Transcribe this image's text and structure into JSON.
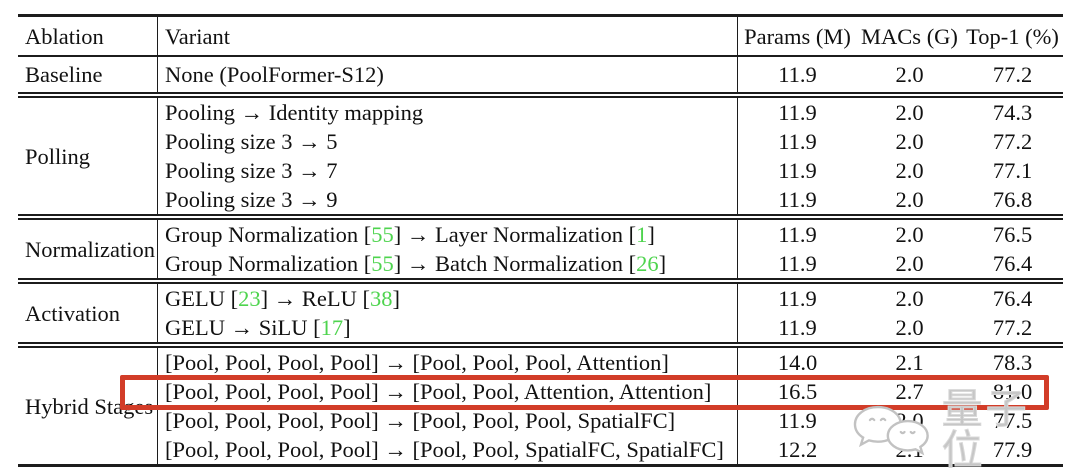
{
  "table": {
    "colors": {
      "citation_green": "#4ed44e",
      "highlight_red": "#d23c28",
      "watermark_gray": "#c6c6c6",
      "rule_black": "#1c1c1c"
    },
    "header": {
      "ablation": "Ablation",
      "variant": "Variant",
      "params": "Params (M)",
      "macs": "MACs (G)",
      "top1": "Top-1 (%)"
    },
    "sections": [
      {
        "label": "Baseline",
        "rows": [
          {
            "segs": [
              "None (PoolFormer-S12)"
            ],
            "params": "11.9",
            "macs": "2.0",
            "top1": "77.2"
          }
        ]
      },
      {
        "label": "Polling",
        "rows": [
          {
            "segs": [
              "Pooling → Identity mapping"
            ],
            "params": "11.9",
            "macs": "2.0",
            "top1": "74.3"
          },
          {
            "segs": [
              "Pooling size 3 → 5"
            ],
            "params": "11.9",
            "macs": "2.0",
            "top1": "77.2"
          },
          {
            "segs": [
              "Pooling size 3 → 7"
            ],
            "params": "11.9",
            "macs": "2.0",
            "top1": "77.1"
          },
          {
            "segs": [
              "Pooling size 3 → 9"
            ],
            "params": "11.9",
            "macs": "2.0",
            "top1": "76.8"
          }
        ]
      },
      {
        "label": "Normalization",
        "rows": [
          {
            "segs": [
              "Group Normalization [",
              "55",
              "] → Layer Normalization [",
              "1",
              "]"
            ],
            "params": "11.9",
            "macs": "2.0",
            "top1": "76.5"
          },
          {
            "segs": [
              "Group Normalization [",
              "55",
              "] → Batch Normalization [",
              "26",
              "]"
            ],
            "params": "11.9",
            "macs": "2.0",
            "top1": "76.4"
          }
        ]
      },
      {
        "label": "Activation",
        "rows": [
          {
            "segs": [
              "GELU [",
              "23",
              "] → ReLU [",
              "38",
              "]"
            ],
            "params": "11.9",
            "macs": "2.0",
            "top1": "76.4"
          },
          {
            "segs": [
              "GELU → SiLU [",
              "17",
              "]"
            ],
            "params": "11.9",
            "macs": "2.0",
            "top1": "77.2"
          }
        ]
      },
      {
        "label": "Hybrid Stages",
        "rows": [
          {
            "segs": [
              "[Pool, Pool, Pool, Pool] → [Pool, Pool, Pool, Attention]"
            ],
            "params": "14.0",
            "macs": "2.1",
            "top1": "78.3"
          },
          {
            "segs": [
              "[Pool, Pool, Pool, Pool] → [Pool, Pool, Attention, Attention]"
            ],
            "params": "16.5",
            "macs": "2.7",
            "top1": "81.0",
            "highlighted": "true"
          },
          {
            "segs": [
              "[Pool, Pool, Pool, Pool] → [Pool, Pool, Pool, SpatialFC]"
            ],
            "params": "11.9",
            "macs": "2.0",
            "top1": "77.5"
          },
          {
            "segs": [
              "[Pool, Pool, Pool, Pool] → [Pool, Pool, SpatialFC, SpatialFC]"
            ],
            "params": "12.2",
            "macs": "2.1",
            "top1": "77.9"
          }
        ]
      }
    ],
    "watermark": {
      "text": "量子位",
      "icon": "wechat-bubbles-icon"
    }
  }
}
